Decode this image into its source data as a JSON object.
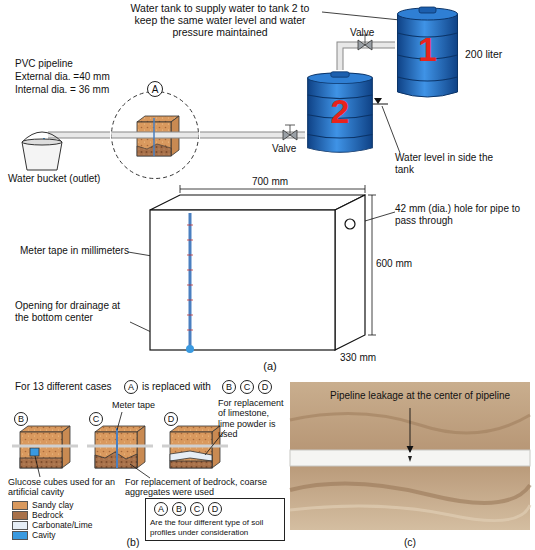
{
  "diagram": {
    "nodes": [
      {
        "text": [
          "1"
        ]
      },
      {
        "text": [
          "2"
        ]
      },
      {
        "text": [
          "A"
        ]
      },
      {
        "text": [
          "A"
        ]
      },
      {
        "text": [
          "B"
        ]
      },
      {
        "text": [
          "C"
        ]
      },
      {
        "text": [
          "D"
        ]
      },
      {
        "text": [
          "B"
        ]
      },
      {
        "text": [
          "C"
        ]
      },
      {
        "text": [
          "D"
        ]
      },
      {
        "text": [
          "Are the four different type of soil profiles under consideration"
        ]
      },
      {
        "text": [
          "A"
        ],
        "in": 10
      },
      {
        "text": [
          "B"
        ],
        "in": 10
      },
      {
        "text": [
          "C"
        ],
        "in": 10
      },
      {
        "text": [
          "D"
        ],
        "in": 10
      }
    ],
    "edges": [
      {
        "from": 0,
        "to": 1,
        "arrow": "none"
      },
      {
        "from": 1,
        "to": 2,
        "arrow": "none"
      }
    ],
    "labels": [
      "Water tank to supply water to tank 2 to keep the same water level and water pressure maintained",
      "200 liter",
      "Valve",
      "PVC pipeline",
      "External dia. =40 mm",
      "Internal dia. = 36 mm",
      "Water level in side the tank",
      "Valve",
      "Water bucket (outlet)",
      "700 mm",
      "600 mm",
      "330 mm",
      "42 mm (dia.) hole for pipe to pass through",
      "Meter tape in millimeters",
      "Opening for drainage at the bottom center",
      "(a)",
      "For 13 different cases",
      "is replaced with",
      "Meter tape",
      "For replacement of limestone, lime powder is used",
      "Glucose cubes used for an artificial cavity",
      "For replacement of bedrock, coarse aggregates were used",
      "(b)",
      "Pipeline leakage at the center of pipeline",
      "(c)"
    ],
    "legend": [
      {
        "text": "Sandy clay",
        "color": "#d9995e"
      },
      {
        "text": "Bedrock",
        "color": "#a8714a"
      },
      {
        "text": "Carbonate/Lime",
        "color": "#e6eef6"
      },
      {
        "text": "Cavity",
        "color": "#3a9ae0"
      }
    ]
  }
}
